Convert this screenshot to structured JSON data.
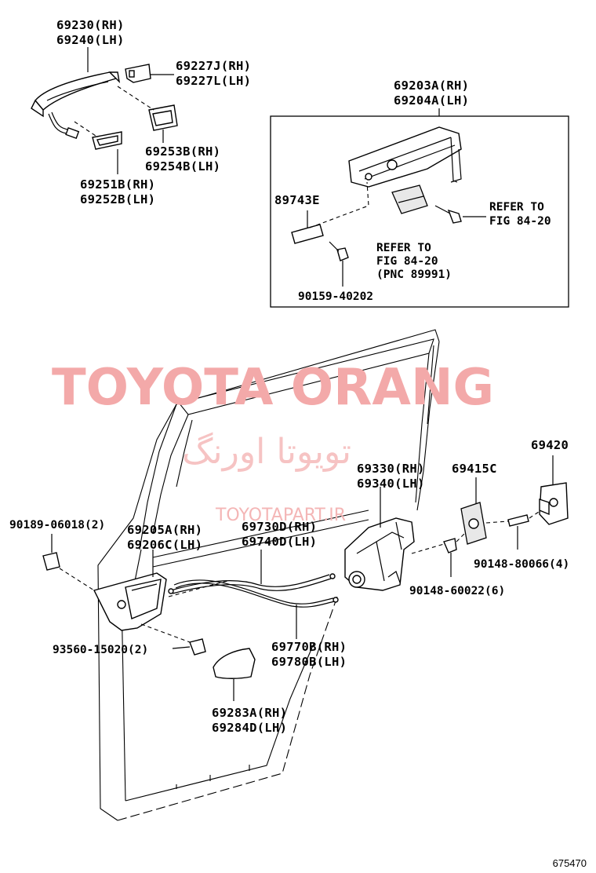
{
  "watermark": {
    "brand": "TOYOTA ORANG",
    "persian": "تویوتا اورنگ",
    "url": "TOYOTAPART.IR",
    "color": "#f3a9a9"
  },
  "figure_number": "675470",
  "callouts": [
    {
      "id": "outside-handle",
      "lines": [
        "69230(RH)",
        "69240(LH)"
      ]
    },
    {
      "id": "handle-cap",
      "lines": [
        "69227J(RH)",
        "69227L(LH)"
      ]
    },
    {
      "id": "handle-pad-rear",
      "lines": [
        "69253B(RH)",
        "69254B(LH)"
      ]
    },
    {
      "id": "handle-pad-front",
      "lines": [
        "69251B(RH)",
        "69252B(LH)"
      ]
    },
    {
      "id": "frame-assy",
      "lines": [
        "69203A(RH)",
        "69204A(LH)"
      ]
    },
    {
      "id": "plate-89743e",
      "lines": [
        "89743E"
      ]
    },
    {
      "id": "refer-right",
      "lines": [
        "REFER TO",
        "FIG 84-20"
      ]
    },
    {
      "id": "refer-lower",
      "lines": [
        "REFER TO",
        "FIG 84-20",
        "(PNC 89991)"
      ]
    },
    {
      "id": "bolt-90159",
      "lines": [
        "90159-40202"
      ]
    },
    {
      "id": "striker",
      "lines": [
        "69420"
      ]
    },
    {
      "id": "striker-plate",
      "lines": [
        "69415C"
      ]
    },
    {
      "id": "lock-assy",
      "lines": [
        "69330(RH)",
        "69340(LH)"
      ]
    },
    {
      "id": "clip-90189",
      "lines": [
        "90189-06018(2)"
      ]
    },
    {
      "id": "inside-handle",
      "lines": [
        "69205A(RH)",
        "69206C(LH)"
      ]
    },
    {
      "id": "cable-upper",
      "lines": [
        "69730D(RH)",
        "69740D(LH)"
      ]
    },
    {
      "id": "screw-90148-80066",
      "lines": [
        "90148-80066(4)"
      ]
    },
    {
      "id": "screw-90148-60022",
      "lines": [
        "90148-60022(6)"
      ]
    },
    {
      "id": "screw-93560",
      "lines": [
        "93560-15020(2)"
      ]
    },
    {
      "id": "cable-lower",
      "lines": [
        "69770B(RH)",
        "69780B(LH)"
      ]
    },
    {
      "id": "bezel",
      "lines": [
        "69283A(RH)",
        "69284D(LH)"
      ]
    }
  ]
}
